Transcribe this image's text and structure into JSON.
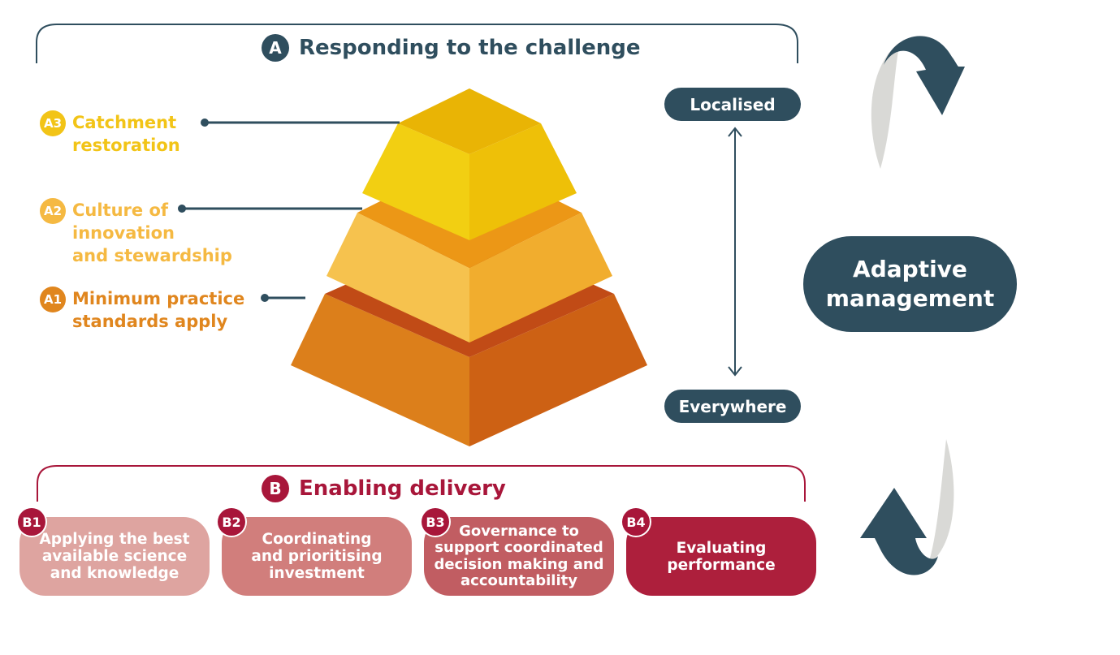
{
  "section_a": {
    "badge": "A",
    "title": "Responding to the challenge"
  },
  "levels": [
    {
      "badge": "A3",
      "label": "Catchment\nrestoration",
      "color": "#f2c417"
    },
    {
      "badge": "A2",
      "label": "Culture of\ninnovation\nand stewardship",
      "color": "#f5b942"
    },
    {
      "badge": "A1",
      "label": "Minimum practice\nstandards apply",
      "color": "#e0861e"
    }
  ],
  "scale": {
    "top": "Localised",
    "bottom": "Everywhere"
  },
  "adaptive": {
    "label": "Adaptive\nmanagement"
  },
  "section_b": {
    "badge": "B",
    "title": "Enabling delivery"
  },
  "enablers": [
    {
      "badge": "B1",
      "label": "Applying the best\navailable science\nand knowledge",
      "color": "#dea4a0"
    },
    {
      "badge": "B2",
      "label": "Coordinating\nand prioritising\ninvestment",
      "color": "#d17e7c"
    },
    {
      "badge": "B3",
      "label": "Governance to\nsupport coordinated\ndecision making and\naccountability",
      "color": "#c15d62"
    },
    {
      "badge": "B4",
      "label": "Evaluating\nperformance",
      "color": "#ad1f3c"
    }
  ],
  "colors": {
    "dark": "#2f4e5e",
    "crimson": "#a8163a",
    "grey": "#d9d9d6"
  },
  "icons": [
    "cycle-arrow-top-icon",
    "cycle-arrow-bottom-icon",
    "double-arrow-icon"
  ]
}
